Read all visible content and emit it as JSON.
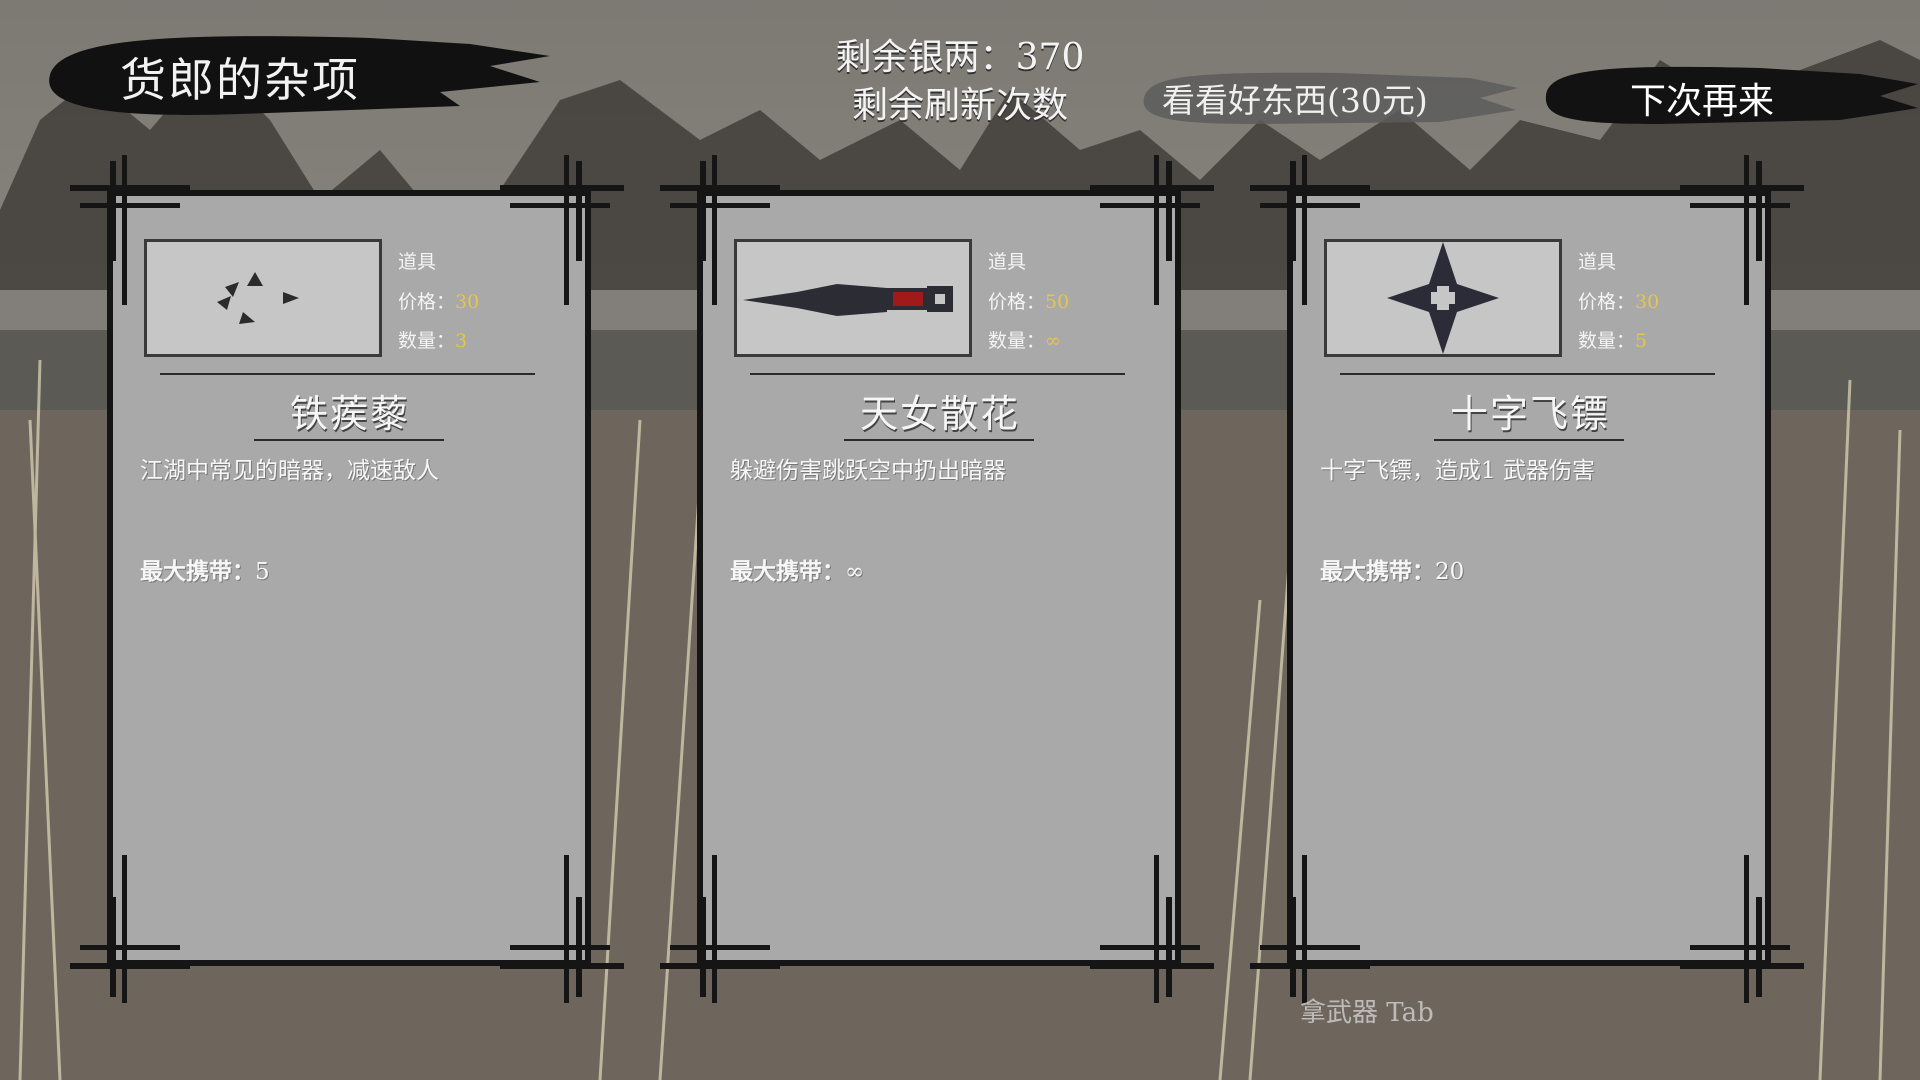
{
  "header": {
    "title": "货郎的杂项",
    "silver_label": "剩余银两：370",
    "refresh_label": "剩余刷新次数",
    "look_button": "看看好东西(30元)",
    "next_button": "下次再来"
  },
  "items": [
    {
      "type_label": "道具",
      "price_label": "价格：",
      "price": "30",
      "qty_label": "数量：",
      "qty": "3",
      "name": "铁蒺藜",
      "description": "江湖中常见的暗器，减速敌人",
      "max_label": "最大携带：",
      "max": "5",
      "icon": "caltrops-icon"
    },
    {
      "type_label": "道具",
      "price_label": "价格：",
      "price": "50",
      "qty_label": "数量：",
      "qty": "∞",
      "name": "天女散花",
      "description": "躲避伤害跳跃空中扔出暗器",
      "max_label": "最大携带：",
      "max": "∞",
      "icon": "dart-launcher-icon"
    },
    {
      "type_label": "道具",
      "price_label": "价格：",
      "price": "30",
      "qty_label": "数量：",
      "qty": "5",
      "name": "十字飞镖",
      "description": "十字飞镖，造成1 武器伤害",
      "max_label": "最大携带：",
      "max": "20",
      "icon": "shuriken-icon"
    }
  ],
  "hint": "拿武器 Tab",
  "colors": {
    "accent_value": "#e6c64a",
    "card_bg": "#a9a9a9",
    "ink": "#141414"
  }
}
